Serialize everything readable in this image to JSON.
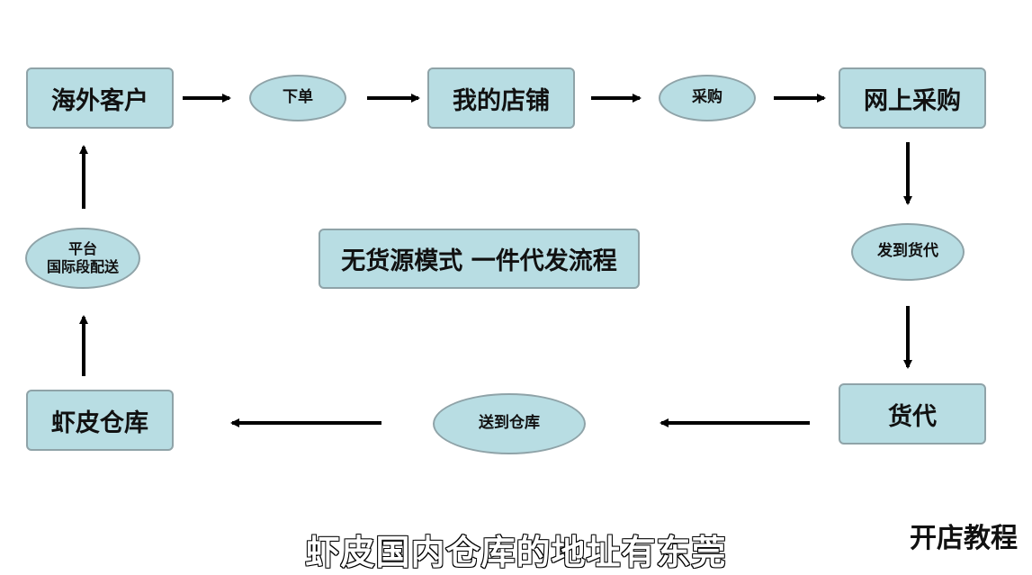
{
  "diagram": {
    "title": "无货源模式 一件代发流程",
    "nodes": {
      "overseas_customer": "海外客户",
      "place_order": "下单",
      "my_store": "我的店铺",
      "purchase": "采购",
      "online_purchase": "网上采购",
      "ship_to_forwarder": "发到货代",
      "forwarder": "货代",
      "send_to_warehouse": "送到仓库",
      "shopee_warehouse": "虾皮仓库",
      "platform_line1": "平台",
      "platform_line2": "国际段配送"
    }
  },
  "subtitle": "虾皮国内仓库的地址有东莞",
  "watermark": "开店教程",
  "colors": {
    "node_fill": "#b8dde3",
    "node_border": "#8fa3a8",
    "arrow": "#000000"
  }
}
